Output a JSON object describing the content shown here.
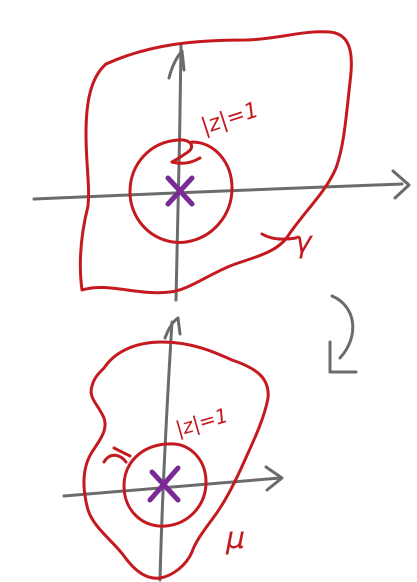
{
  "top_panel": {
    "unit_circle_label": "|z|=1",
    "region_label": "γ"
  },
  "bottom_panel": {
    "unit_circle_label": "|z|=1",
    "region_label": "μ"
  },
  "colors": {
    "axis": "#6b6b6b",
    "contour": "#c41a1f",
    "origin_marker": "#7a2a94",
    "background": "#ffffff"
  },
  "icons": {
    "mapping_arrow": "curved-arrow-down-left-icon",
    "origin_marker": "cross-mark-icon"
  }
}
